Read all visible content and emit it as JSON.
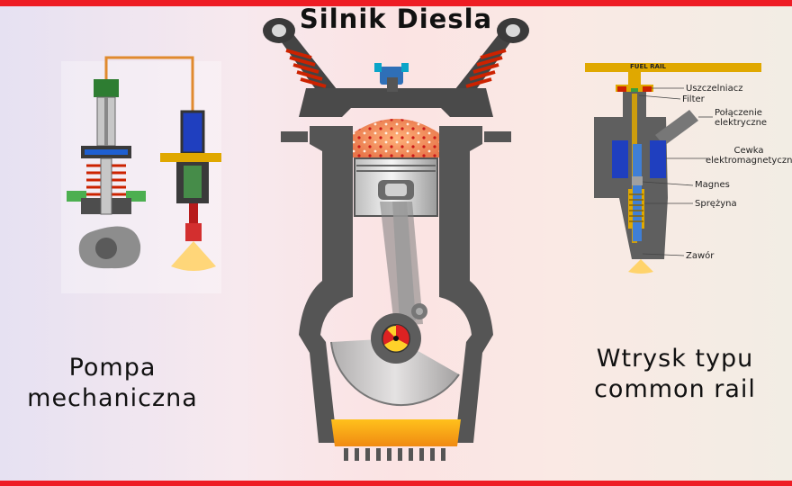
{
  "title": "Silnik Diesla",
  "labels": {
    "left_line1": "Pompa",
    "left_line2": "mechaniczna",
    "right_line1": "Wtrysk typu",
    "right_line2": "common rail"
  },
  "common_rail": {
    "fuel_rail": "FUEL RAIL",
    "uszczelniacz": "Uszczelniacz",
    "filter": "Filter",
    "polaczenie_1": "Połączenie",
    "polaczenie_2": "elektryczne",
    "cewka_1": "Cewka",
    "cewka_2": "elektromagnetyczna",
    "magnes": "Magnes",
    "sprezyna": "Sprężyna",
    "zawor": "Zawór"
  },
  "colors": {
    "frame_red": "#ee1c24",
    "fuel_gold": "#e0a800",
    "block_gray": "#555555",
    "spring_red": "#cc2200",
    "coil_blue": "#1f3fbf",
    "fuel_orange": "#f59b1b"
  }
}
